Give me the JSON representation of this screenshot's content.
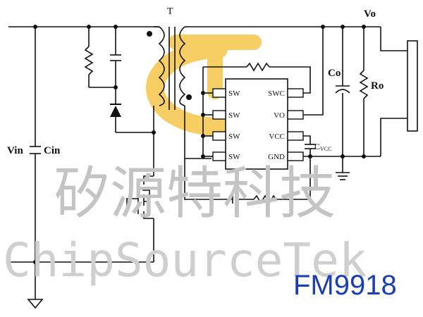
{
  "schematic": {
    "labels": {
      "transformer": "T",
      "vout": "Vo",
      "vin": "Vin",
      "cin": "Cin",
      "co": "Co",
      "ro": "Ro",
      "cvcc_main": "C",
      "cvcc_sub": "VCC"
    },
    "ic": {
      "left_pins": [
        "SW",
        "SW",
        "SW",
        "SW"
      ],
      "right_pins": [
        "SWC",
        "VO",
        "VCC",
        "GND"
      ]
    }
  },
  "watermark": {
    "cn": "矽源特科技",
    "en": "ChipSourceTek"
  },
  "model": {
    "text": "FM9918",
    "color": "#1a3fb0"
  },
  "colors": {
    "logo": "#f6c64a",
    "line": "#111111"
  }
}
